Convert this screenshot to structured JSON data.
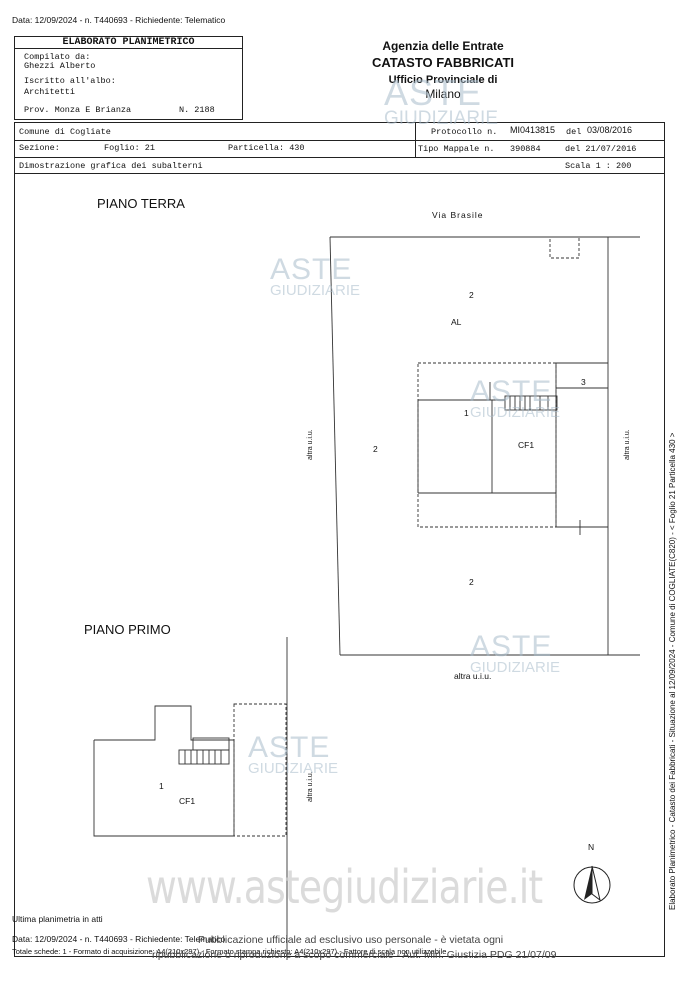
{
  "header": {
    "top_line": "Data: 12/09/2024 - n. T440693 - Richiedente: Telematico"
  },
  "elaborato": {
    "title": "ELABORATO PLANIMETRICO",
    "compilato_label": "Compilato da:",
    "compilato_name": "Ghezzi Alberto",
    "iscritto_label": "Iscritto all'albo:",
    "iscritto_value": "Architetti",
    "prov_label": "Prov. Monza E Brianza",
    "number": "N. 2188"
  },
  "agency": {
    "line1": "Agenzia delle Entrate",
    "line2": "CATASTO FABBRICATI",
    "line3": "Ufficio Provinciale di",
    "line4": "Milano"
  },
  "info": {
    "comune": "Comune di Cogliate",
    "protocollo_label": "Protocollo n.",
    "protocollo_value": "MI0413815",
    "protocollo_del": "del",
    "protocollo_date": "03/08/2016",
    "sezione": "Sezione:",
    "foglio": "Foglio: 21",
    "particella": "Particella: 430",
    "tipo_mappale_label": "Tipo Mappale n.",
    "tipo_mappale_value": "390884",
    "tipo_mappale_date": "del 21/07/2016",
    "dimostrazione": "Dimostrazione grafica dei subalterni",
    "scala": "Scala 1 : 200"
  },
  "plan": {
    "piano_terra": "PIANO TERRA",
    "piano_primo": "PIANO PRIMO",
    "via": "Via Brasile",
    "altra_uiu": "altra u.i.u.",
    "lbl_2": "2",
    "lbl_AL": "AL",
    "lbl_1": "1",
    "lbl_3": "3",
    "lbl_CF1": "CF1",
    "north": "N"
  },
  "watermarks": {
    "aste": "ASTE",
    "giudiziarie": "GIUDIZIARIE",
    "site": "www.astegiudiziarie.it",
    "notice1": "Pubblicazione ufficiale ad esclusivo uso personale - è vietata ogni",
    "notice2": "ripubblicazione o riproduzione a scopo commerciale - Aut. Min. Giustizia PDG 21/07/09"
  },
  "footer": {
    "ultima": "Ultima planimetria in atti",
    "data_line": "Data: 12/09/2024 - n. T440693 - Richiedente: Telematico",
    "totale_line": "Totale schede: 1 - Formato di acquisizione: A4(210x297) - Formato stampa richiesto: A4(210x297) - Fattore di scala non utilizzabile"
  },
  "side_text": "Elaborato Planimetrico - Catasto dei Fabbricati - Situazione al 12/09/2024 - Comune di COGLIATE(C820) - < Foglio 21 Particella 430 >"
}
